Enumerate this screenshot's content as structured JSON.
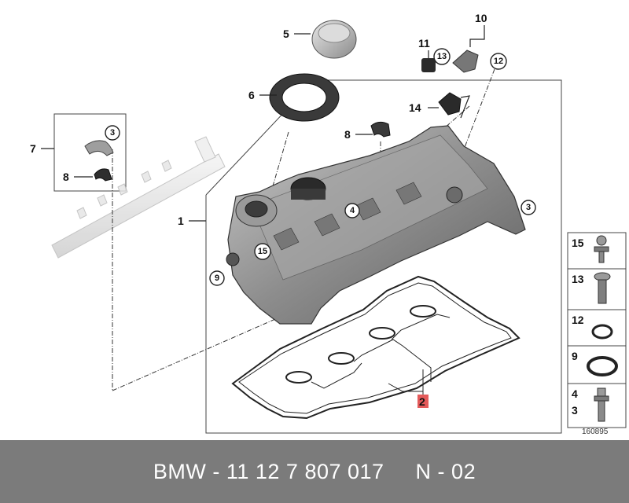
{
  "diagram": {
    "callouts": {
      "c1": "1",
      "c2": "2",
      "c3a": "3",
      "c3b": "3",
      "c4": "4",
      "c5": "5",
      "c6": "6",
      "c7": "7",
      "c8a": "8",
      "c8b": "8",
      "c9": "9",
      "c10": "10",
      "c11": "11",
      "c12": "12",
      "c13": "13",
      "c14": "14",
      "c15": "15"
    },
    "legend": {
      "r15": "15",
      "r13": "13",
      "r12": "12",
      "r9": "9",
      "r4": "4",
      "r3": "3"
    },
    "diagram_number": "160895",
    "highlight_color": "#e45a5a"
  },
  "footer": {
    "text": "BMW - 11 12 7 807 017     N - 02"
  }
}
